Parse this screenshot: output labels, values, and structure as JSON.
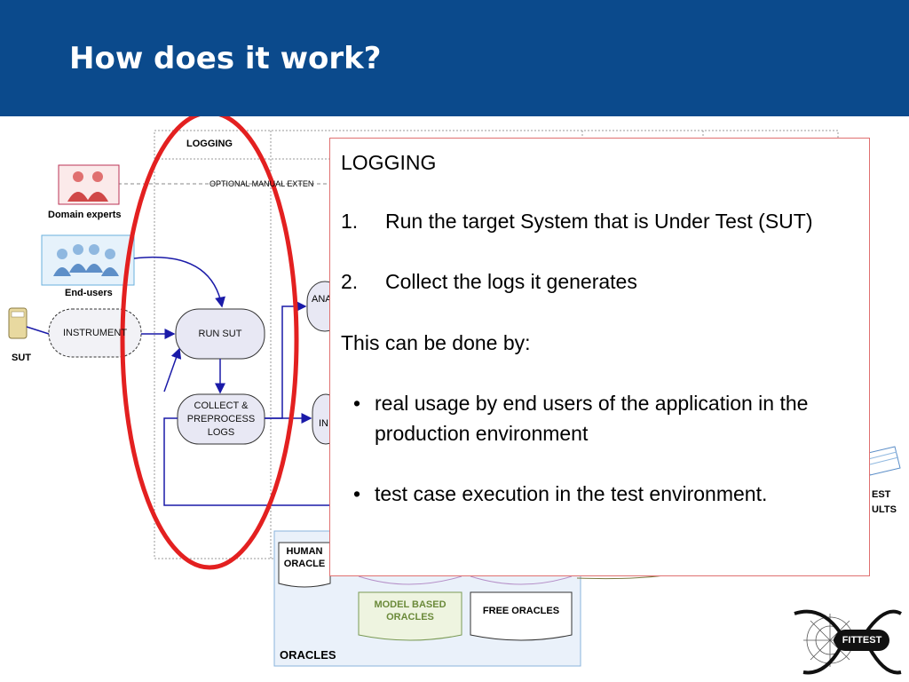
{
  "slide": {
    "title": "How does it work?"
  },
  "diagram": {
    "logging_label": "LOGGING",
    "optional_manual": "OPTIONAL MANUAL EXTEN",
    "domain_experts": "Domain experts",
    "end_users": "End-users",
    "sut": "SUT",
    "instrument": "INSTRUMENT",
    "run_sut": "RUN SUT",
    "collect_line1": "COLLECT &",
    "collect_line2": "PREPROCESS",
    "collect_line3": "LOGS",
    "ana": "ANA",
    "inf": "IN",
    "human_line1": "HUMAN",
    "human_line2": "ORACLE",
    "model_based_line1": "MODEL BASED",
    "model_based_line2": "ORACLES",
    "free_oracles": "FREE ORACLES",
    "oracles": "ORACLES",
    "test_results_line1": "EST",
    "test_results_line2": "ULTS",
    "logo_text": "FITTEST",
    "colors": {
      "header": "#0b4a8c",
      "flow": "#1a1aa8",
      "highlight": "#e32020",
      "node_fill": "#e8e8f4",
      "oracle_bg": "#eaf1fa"
    }
  },
  "popup": {
    "heading": "LOGGING",
    "steps": [
      {
        "num": "1.",
        "text": "Run the target System that is Under Test (SUT)"
      },
      {
        "num": "2.",
        "text": "Collect the logs it generates"
      }
    ],
    "intro": "This can be done by:",
    "bullets": [
      {
        "sym": "•",
        "text": "real usage by end users of the application in the production environment"
      },
      {
        "sym": "•",
        "text": "test case execution in the test environment."
      }
    ]
  }
}
